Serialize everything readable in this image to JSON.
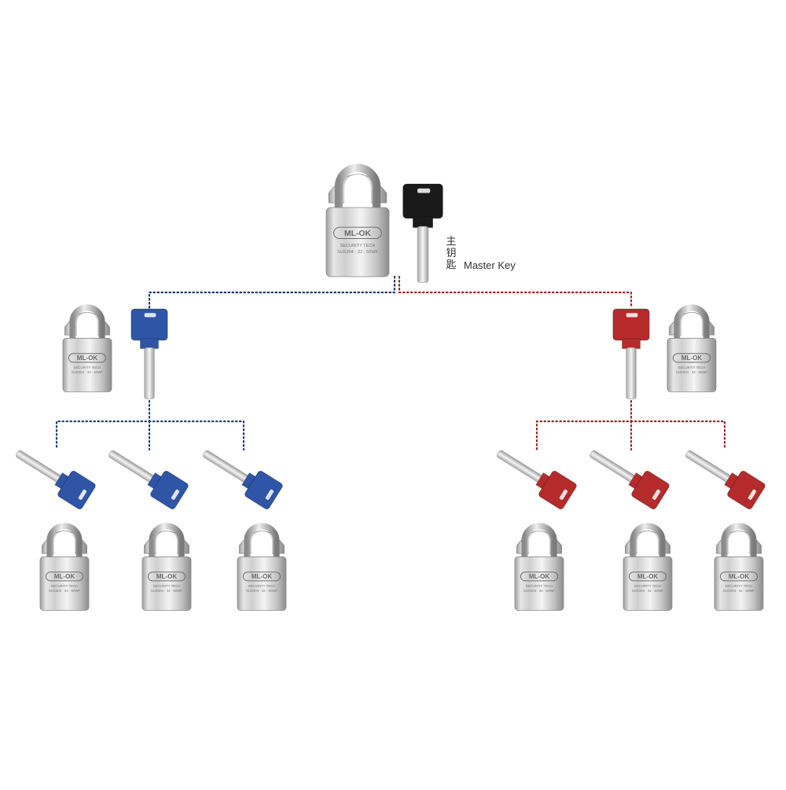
{
  "master": {
    "label_cjk": "主钥匙",
    "label_en": "Master Key",
    "key_color": "#1a1a1a"
  },
  "lock_engraving": {
    "brand": "ML-OK",
    "line1": "SECURITY TECH",
    "line2": "SUS304 · 32 · 50WF"
  },
  "groups": [
    {
      "id": "blue",
      "key_color": "#2e55a6",
      "line_color": "#23407a",
      "sub_key_count": 3,
      "sub_lock_count": 3
    },
    {
      "id": "red",
      "key_color": "#b52b2b",
      "line_color": "#9a2727",
      "sub_key_count": 3,
      "sub_lock_count": 3
    }
  ],
  "colors": {
    "steel_light": "#f2f2f2",
    "steel_mid": "#c9c9c9",
    "steel_dark": "#8f8f8f",
    "master_line": "#1f3570"
  }
}
